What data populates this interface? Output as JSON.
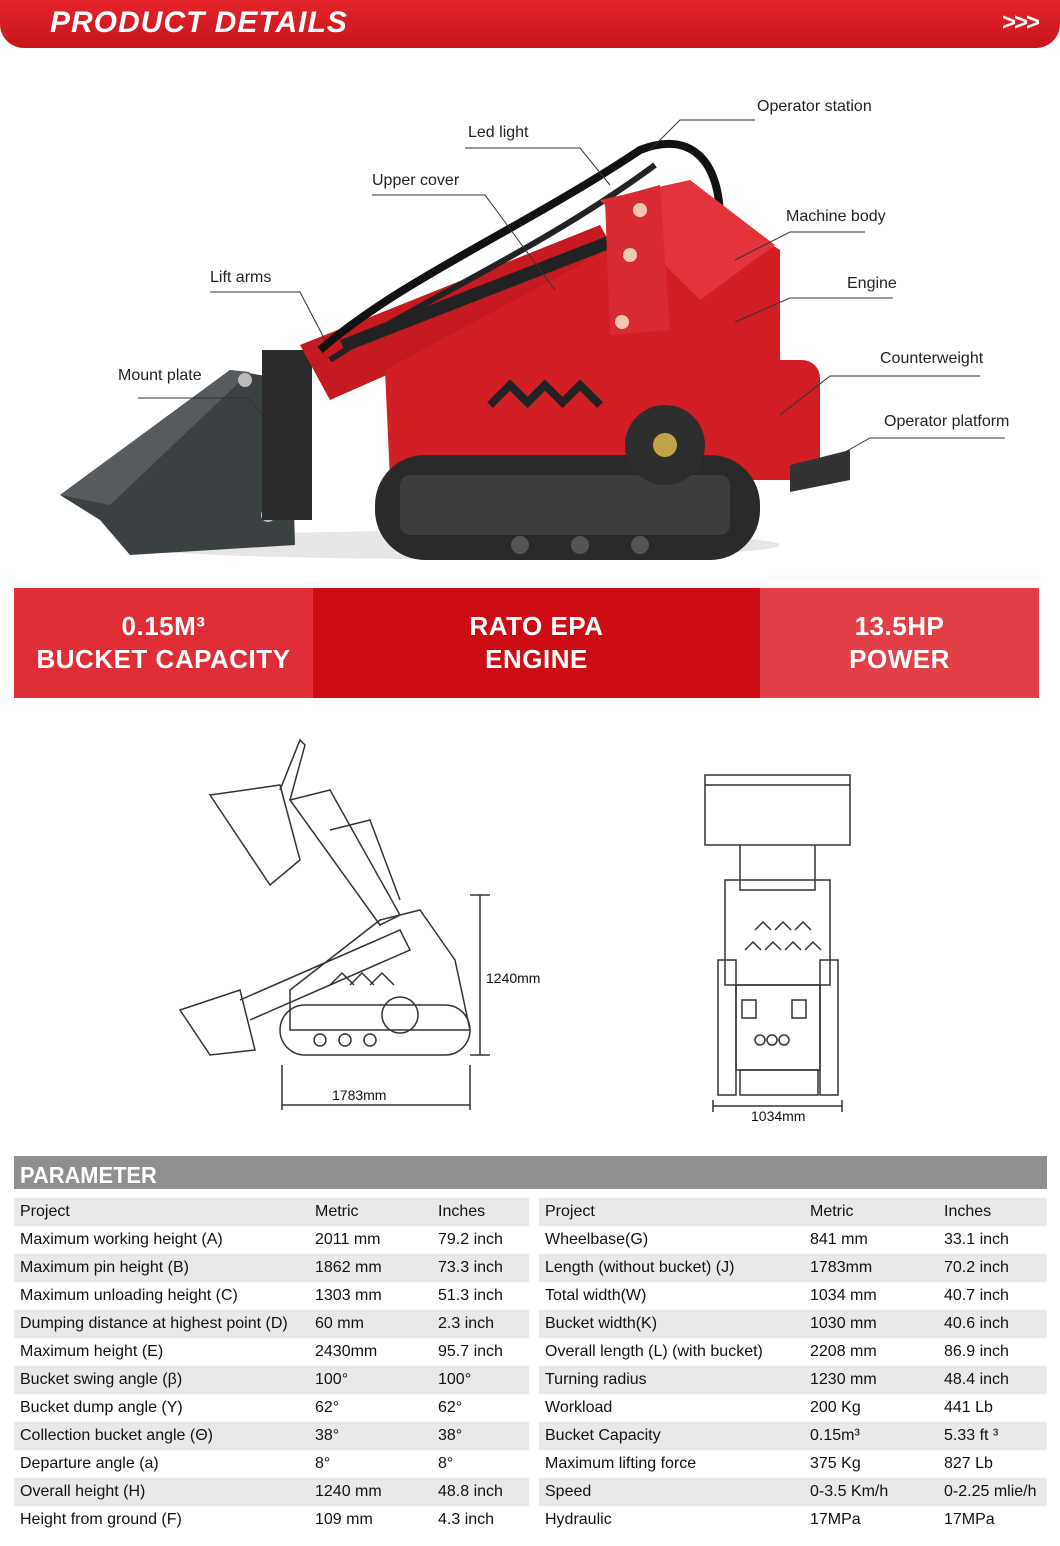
{
  "header": {
    "title": "PRODUCT DETAILS",
    "arrows": ">>>"
  },
  "callouts": {
    "operator_station": "Operator station",
    "led_light": "Led light",
    "upper_cover": "Upper cover",
    "machine_body": "Machine body",
    "engine": "Engine",
    "lift_arms": "Lift arms",
    "mount_plate": "Mount plate",
    "counterweight": "Counterweight",
    "operator_platform": "Operator platform"
  },
  "features": [
    {
      "line1": "0.15M³",
      "line2": "BUCKET CAPACITY"
    },
    {
      "line1": "RATO EPA",
      "line2": "ENGINE"
    },
    {
      "line1": "13.5HP",
      "line2": "POWER"
    }
  ],
  "dimensions": {
    "height": "1240mm",
    "length": "1783mm",
    "width": "1034mm"
  },
  "parameter": {
    "title": "PARAMETER",
    "left": {
      "header": [
        "Project",
        "Metric",
        "Inches"
      ],
      "rows": [
        [
          "Maximum working height (A)",
          "2011 mm",
          "79.2 inch"
        ],
        [
          "Maximum pin height (B)",
          "1862 mm",
          "73.3 inch"
        ],
        [
          "Maximum unloading height (C)",
          "1303 mm",
          "51.3 inch"
        ],
        [
          "Dumping distance at highest point (D)",
          "60 mm",
          "2.3 inch"
        ],
        [
          "Maximum height (E)",
          "2430mm",
          "95.7 inch"
        ],
        [
          "Bucket swing angle (β)",
          "100°",
          "100°"
        ],
        [
          "Bucket dump angle (Y)",
          "62°",
          "62°"
        ],
        [
          "Collection bucket angle (Θ)",
          "38°",
          "38°"
        ],
        [
          "Departure angle (a)",
          "8°",
          "8°"
        ],
        [
          "Overall height (H)",
          "1240 mm",
          "48.8 inch"
        ],
        [
          "Height from ground (F)",
          "109 mm",
          "4.3 inch"
        ]
      ]
    },
    "right": {
      "header": [
        "Project",
        "Metric",
        "Inches"
      ],
      "rows": [
        [
          "Wheelbase(G)",
          "841 mm",
          "33.1 inch"
        ],
        [
          "Length (without bucket) (J)",
          "1783mm",
          "70.2 inch"
        ],
        [
          "Total width(W)",
          "1034 mm",
          "40.7 inch"
        ],
        [
          "Bucket width(K)",
          "1030 mm",
          "40.6 inch"
        ],
        [
          "Overall length (L) (with bucket)",
          "2208 mm",
          "86.9 inch"
        ],
        [
          "Turning radius",
          "1230 mm",
          "48.4 inch"
        ],
        [
          "Workload",
          "200 Kg",
          "441 Lb"
        ],
        [
          "Bucket Capacity",
          "0.15m³",
          "5.33 ft ³"
        ],
        [
          "Maximum lifting force",
          "375 Kg",
          "827 Lb"
        ],
        [
          "Speed",
          "0-3.5 Km/h",
          "0-2.25 mlie/h"
        ],
        [
          "Hydraulic",
          "17MPa",
          "17MPa"
        ]
      ]
    }
  }
}
